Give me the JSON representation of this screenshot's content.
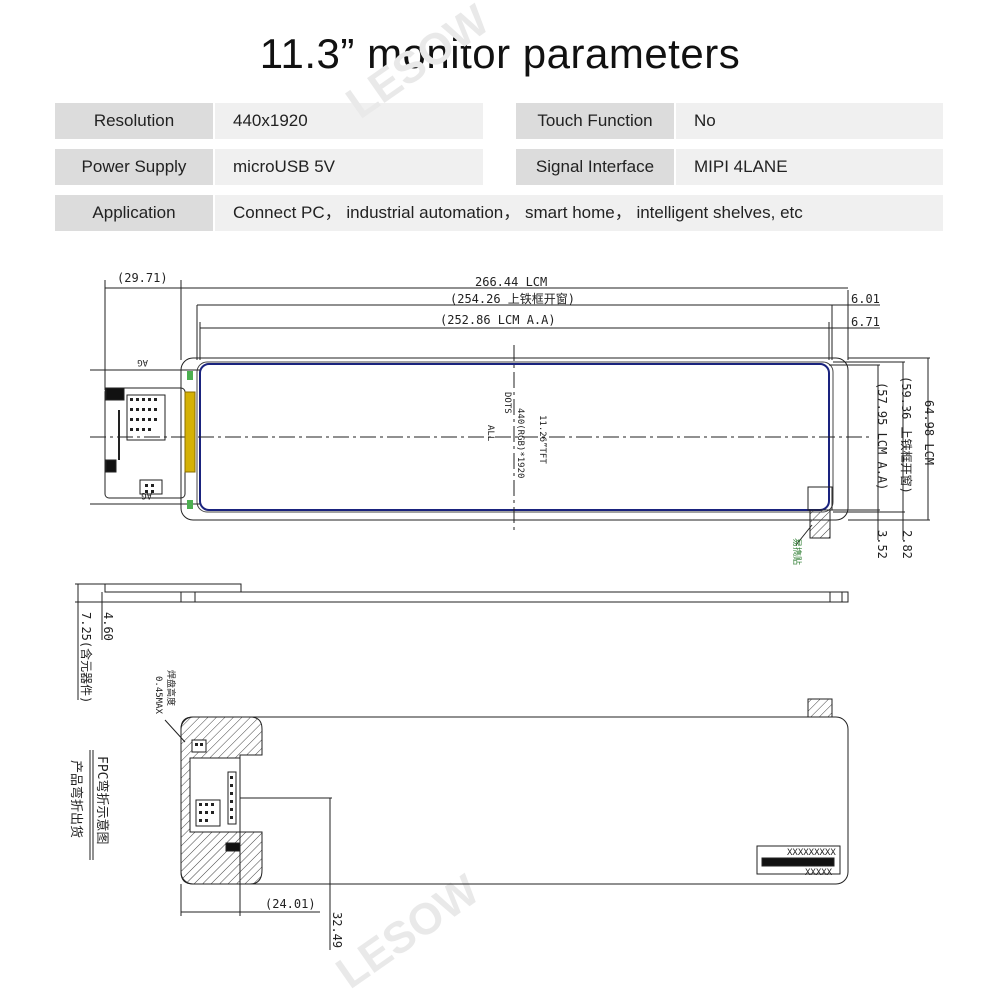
{
  "title": "11.3” monitor parameters",
  "specs": {
    "resolution": {
      "label": "Resolution",
      "value": "440x1920"
    },
    "touch": {
      "label": "Touch Function",
      "value": "No"
    },
    "power": {
      "label": "Power Supply",
      "value": "microUSB 5V"
    },
    "signal": {
      "label": "Signal Interface",
      "value": "MIPI 4LANE"
    },
    "application": {
      "label": "Application",
      "value": "Connect PC， industrial automation， smart home， intelligent shelves, etc"
    }
  },
  "drawing": {
    "dim_29_71": "(29.71)",
    "dim_266_44": "266.44  LCM",
    "dim_254_26": "(254.26  上铁框开窗)",
    "dim_252_86": "(252.86  LCM  A.A)",
    "dim_6_01": "6.01",
    "dim_6_71": "6.71",
    "dim_64_98": "64.98  LCM",
    "dim_59_36": "(59.36  上铁框开窗)",
    "dim_57_95": "(57.95  LCM  A.A)",
    "dim_3_52": "3.52",
    "dim_2_82": "2.82",
    "dim_4_60": "4.60",
    "dim_7_25": "7.25(含元器件)",
    "dim_24_01": "(24.01)",
    "dim_32_49": "32.49",
    "solder_height": "焊盘高度",
    "solder_max": "0.45MAX",
    "fpc_bend_1": "FPC弯折示意图",
    "fpc_bend_2": "产品弯折出货",
    "panel_line_1": "11.26”TFT",
    "panel_line_2": "440(RGB)*1920",
    "panel_line_3": "DOTS",
    "panel_line_4": "ALL",
    "ag_top": "AG",
    "ag_bottom": "AG",
    "tape_label": "易擕贴",
    "label_code_1": "XXXXXXXXX",
    "label_code_2": "XXXXX",
    "watermark": "LESOW"
  },
  "colors": {
    "label_bg": "#dcdcdc",
    "value_bg": "#f0f0f0",
    "panel_border": "#1a237e",
    "marker_green": "#4caf50",
    "fpc_gold": "#d4b106",
    "tape_green": "#2e7d32"
  }
}
